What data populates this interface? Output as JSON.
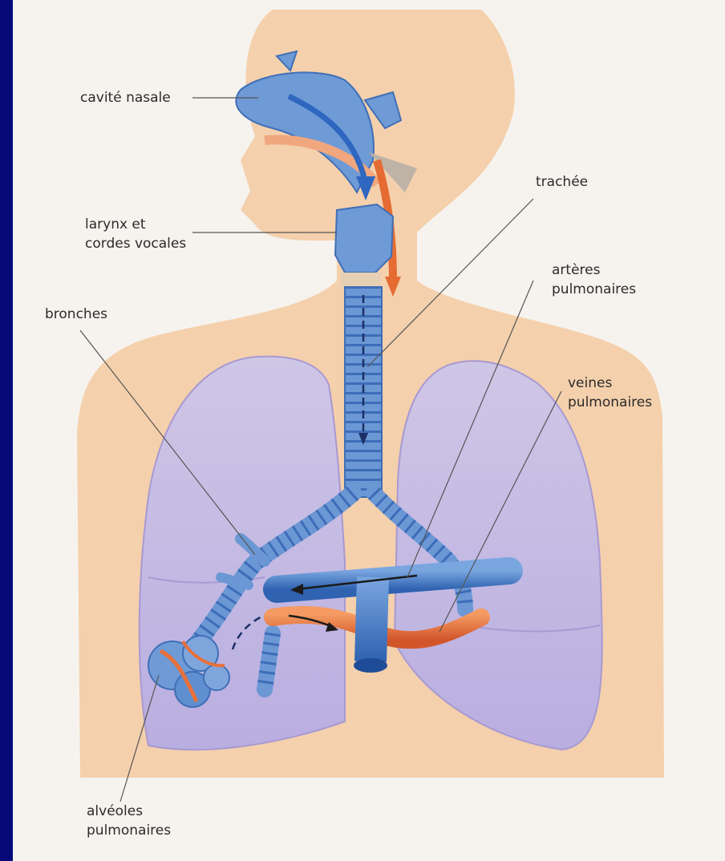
{
  "colors": {
    "background": "#0a0e8a",
    "paper": "#f6f3ee",
    "skin": "#f4d0ac",
    "lung": "#c9bfe2",
    "airway": "#5f8fd0",
    "vein": "#3f78c8",
    "artery": "#e8703a"
  },
  "labels": {
    "nasal_cavity": "cavité nasale",
    "larynx": [
      "larynx et",
      "cordes vocales"
    ],
    "trachea": "trachée",
    "arteries": [
      "artères",
      "pulmonaires"
    ],
    "bronchi": "bronches",
    "veins": [
      "veines",
      "pulmonaires"
    ],
    "alveoli": [
      "alvéoles",
      "pulmonaires"
    ]
  }
}
